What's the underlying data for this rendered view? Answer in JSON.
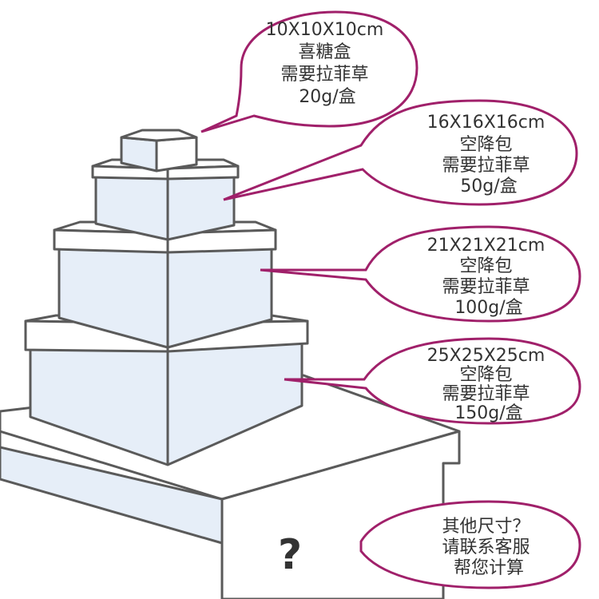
{
  "colors": {
    "bubble_outline": "#a0206a",
    "box_outline": "#5a5a5a",
    "box_front_fill": "#e6eef8",
    "text": "#333333"
  },
  "callouts": [
    {
      "lines": [
        "10X10X10cm",
        "喜糖盒",
        "需要拉菲草",
        "20g/盒"
      ]
    },
    {
      "lines": [
        "16X16X16cm",
        "空降包",
        "需要拉菲草",
        "50g/盒"
      ]
    },
    {
      "lines": [
        "21X21X21cm",
        "空降包",
        "需要拉菲草",
        "100g/盒"
      ]
    },
    {
      "lines": [
        "25X25X25cm",
        "空降包",
        "需要拉菲草",
        "150g/盒"
      ]
    },
    {
      "lines": [
        "其他尺寸？",
        "请联系客服",
        "帮您计算"
      ]
    }
  ],
  "unknown_box": {
    "symbol": "?"
  }
}
